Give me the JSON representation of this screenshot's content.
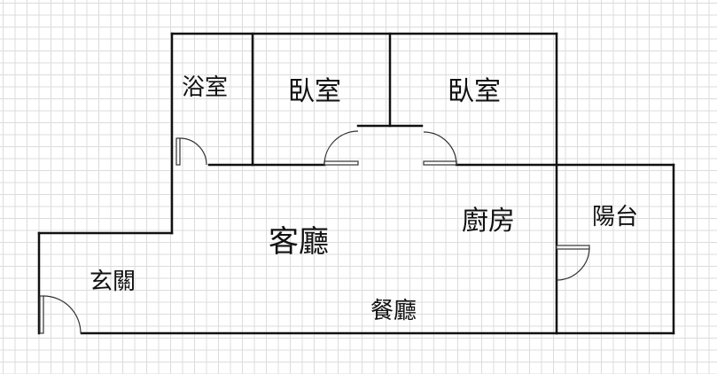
{
  "rooms": {
    "bathroom": "浴室",
    "bedroom_1": "臥室",
    "bedroom_2": "臥室",
    "living_room": "客廳",
    "kitchen": "廚房",
    "balcony": "陽台",
    "entrance": "玄關",
    "dining_room": "餐廳"
  }
}
